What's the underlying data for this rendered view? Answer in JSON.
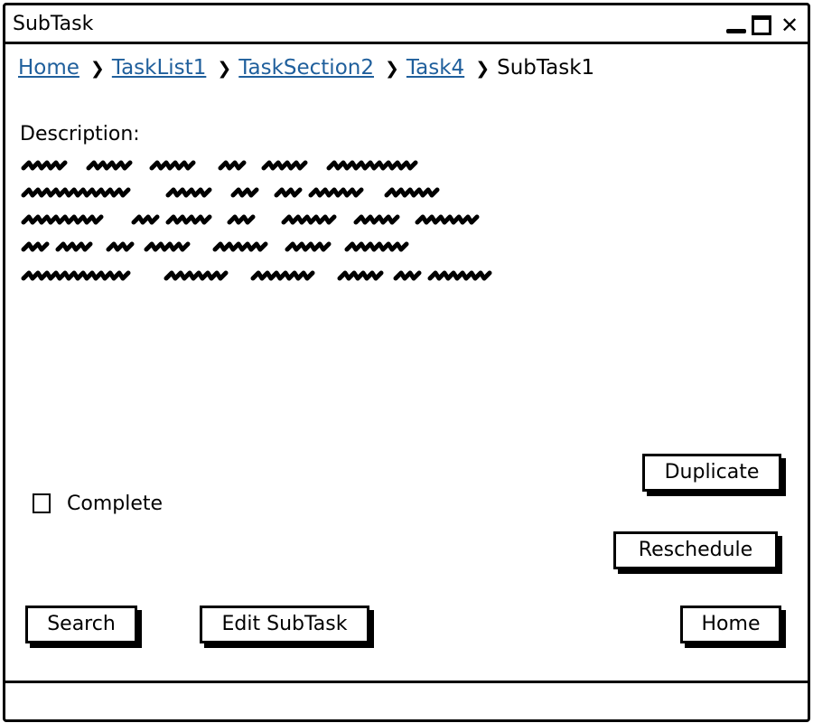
{
  "window": {
    "title": "SubTask"
  },
  "breadcrumb": {
    "items": [
      "Home",
      "TaskList1",
      "TaskSection2",
      "Task4"
    ],
    "current": "SubTask1"
  },
  "description": {
    "label": "Description:"
  },
  "checkbox": {
    "label": "Complete",
    "checked": false
  },
  "buttons": {
    "duplicate": "Duplicate",
    "reschedule": "Reschedule",
    "search": "Search",
    "edit_subtask": "Edit SubTask",
    "home": "Home"
  }
}
